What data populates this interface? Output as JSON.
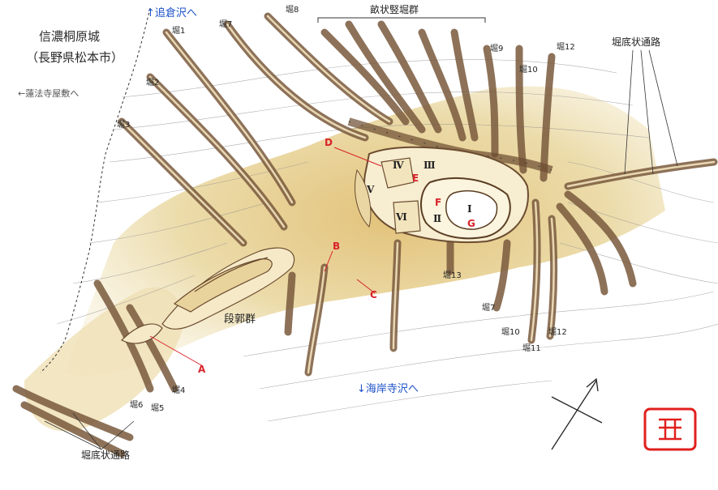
{
  "title_line1": "信濃桐原城",
  "title_line2": "（長野県松本市）",
  "directions": {
    "north": "↑追倉沢へ",
    "west": "←蓮法寺屋敷へ",
    "south": "↓海岸寺沢へ"
  },
  "group_labels": {
    "unejo": "畝状竪堀群",
    "dankaku": "段郭群",
    "horizoko_ne": "堀底状通路",
    "horizoko_sw": "堀底状通路"
  },
  "moats": {
    "h1": "堀1",
    "h2": "堀2",
    "h3": "堀3",
    "h4": "堀4",
    "h5": "堀5",
    "h6": "堀6",
    "h7_top": "堀7",
    "h7_bottom": "堀7",
    "h8": "堀8",
    "h9": "堀9",
    "h10_top": "堀10",
    "h10_bottom": "堀10",
    "h11": "堀11",
    "h12_top": "堀12",
    "h12_bottom": "堀12",
    "h13": "堀13"
  },
  "enclosures": {
    "I": "Ⅰ",
    "II": "Ⅱ",
    "III": "Ⅲ",
    "IV": "Ⅳ",
    "V": "Ⅴ",
    "VI": "Ⅵ"
  },
  "points": {
    "A": "A",
    "B": "B",
    "C": "C",
    "D": "D",
    "E": "E",
    "F": "F",
    "G": "G"
  },
  "colors": {
    "terrain": "#e9d7a4",
    "terrain_dark": "#c9a35c",
    "moat": "#8a6a4a",
    "leader": "#d8232a",
    "direction_text": "#1f53c9",
    "seal": "#e0201e"
  },
  "icons": [
    "north-arrow-icon",
    "seal-stamp-icon"
  ]
}
